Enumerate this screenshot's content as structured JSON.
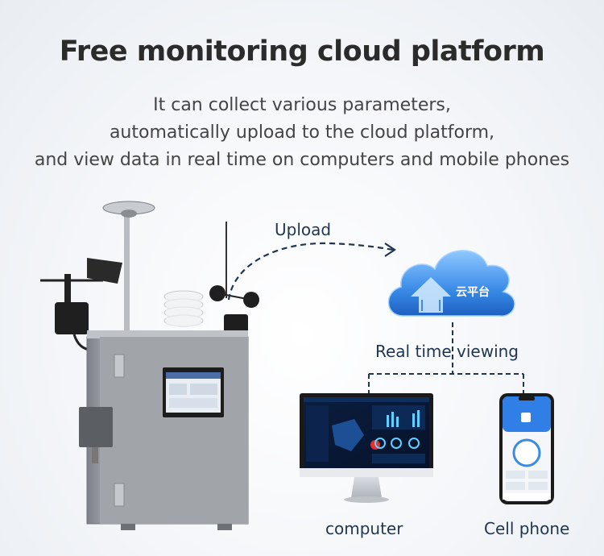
{
  "header": {
    "title": "Free monitoring cloud platform",
    "subtitle_lines": [
      "It can collect various parameters,",
      "automatically upload to the cloud platform,",
      "and view data in real time on computers and mobile phones"
    ]
  },
  "diagram": {
    "upload_label": "Upload",
    "cloud_label": "云平台",
    "realtime_label": "Real time viewing",
    "computer_label": "computer",
    "phone_label": "Cell phone"
  },
  "colors": {
    "title": "#2b2b2b",
    "cloud_blue": "#3a8be8",
    "dash_line": "#1f3550",
    "cabinet_gray": "#9ea3a8"
  }
}
